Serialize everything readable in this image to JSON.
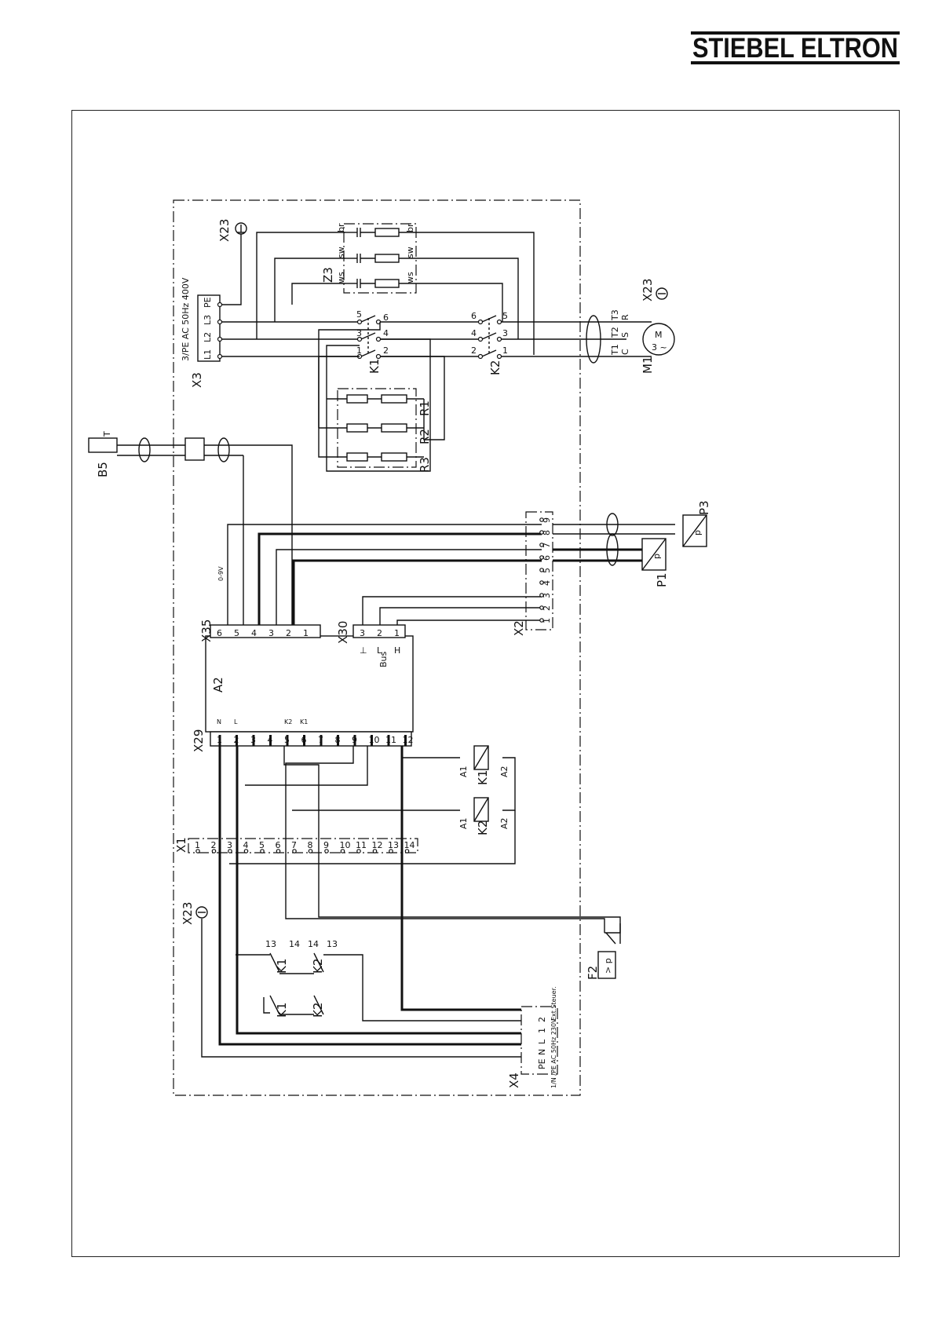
{
  "brand": {
    "name": "STIEBEL ELTRON"
  },
  "diagram": {
    "supply_main": "3/PE AC 50Hz 400V",
    "supply_ctrl": "1/N /PE AC 50Hz 230V",
    "ext_control": "Ext.Steuer.",
    "sensor_range": "0-9V",
    "bus": "Bus",
    "labels": {
      "x3": "X3",
      "x23": "X23",
      "z3": "Z3",
      "b5": "B5",
      "t": "T",
      "k1": "K1",
      "k2": "K2",
      "m1": "M1",
      "r1": "R1",
      "r2": "R2",
      "r3": "R3",
      "p1": "P1",
      "p3": "P3",
      "x2": "X2",
      "x35": "X35",
      "x30": "X30",
      "a2": "A2",
      "x29": "X29",
      "x1": "X1",
      "x4": "X4",
      "f2": "F2",
      "a1": "A1",
      "a2coil": "A2",
      "motor": "M",
      "motor_ac": "3 ~",
      "pressure": "> p",
      "p": "p"
    },
    "x3_terms": [
      "L1",
      "L2",
      "L3",
      "PE"
    ],
    "motor_t": [
      "T1",
      "T2",
      "T3"
    ],
    "motor_c": [
      "C",
      "S",
      "R"
    ],
    "wire_colors": [
      "br",
      "sw",
      "ws"
    ],
    "x35_pins": [
      "6",
      "5",
      "4",
      "3",
      "2",
      "1"
    ],
    "x30_pins": [
      "3",
      "2",
      "1"
    ],
    "x30_sig": [
      "⊥",
      "L",
      "H"
    ],
    "x29_pins": [
      "1",
      "2",
      "3",
      "4",
      "5",
      "6",
      "7",
      "8",
      "9",
      "10",
      "11",
      "12"
    ],
    "x29_sig": [
      "N",
      "L",
      "K2",
      "K1"
    ],
    "x1_pins": [
      "1",
      "2",
      "3",
      "4",
      "5",
      "6",
      "7",
      "8",
      "9",
      "10",
      "11",
      "12",
      "13",
      "14"
    ],
    "x2_pins": [
      "1",
      "2",
      "3",
      "4",
      "5",
      "6",
      "7",
      "8",
      "9"
    ],
    "x4_terms": [
      "PE",
      "N",
      "L",
      "1",
      "2"
    ],
    "contact_nums": [
      "1",
      "2",
      "3",
      "4",
      "5",
      "6",
      "13",
      "14"
    ]
  }
}
